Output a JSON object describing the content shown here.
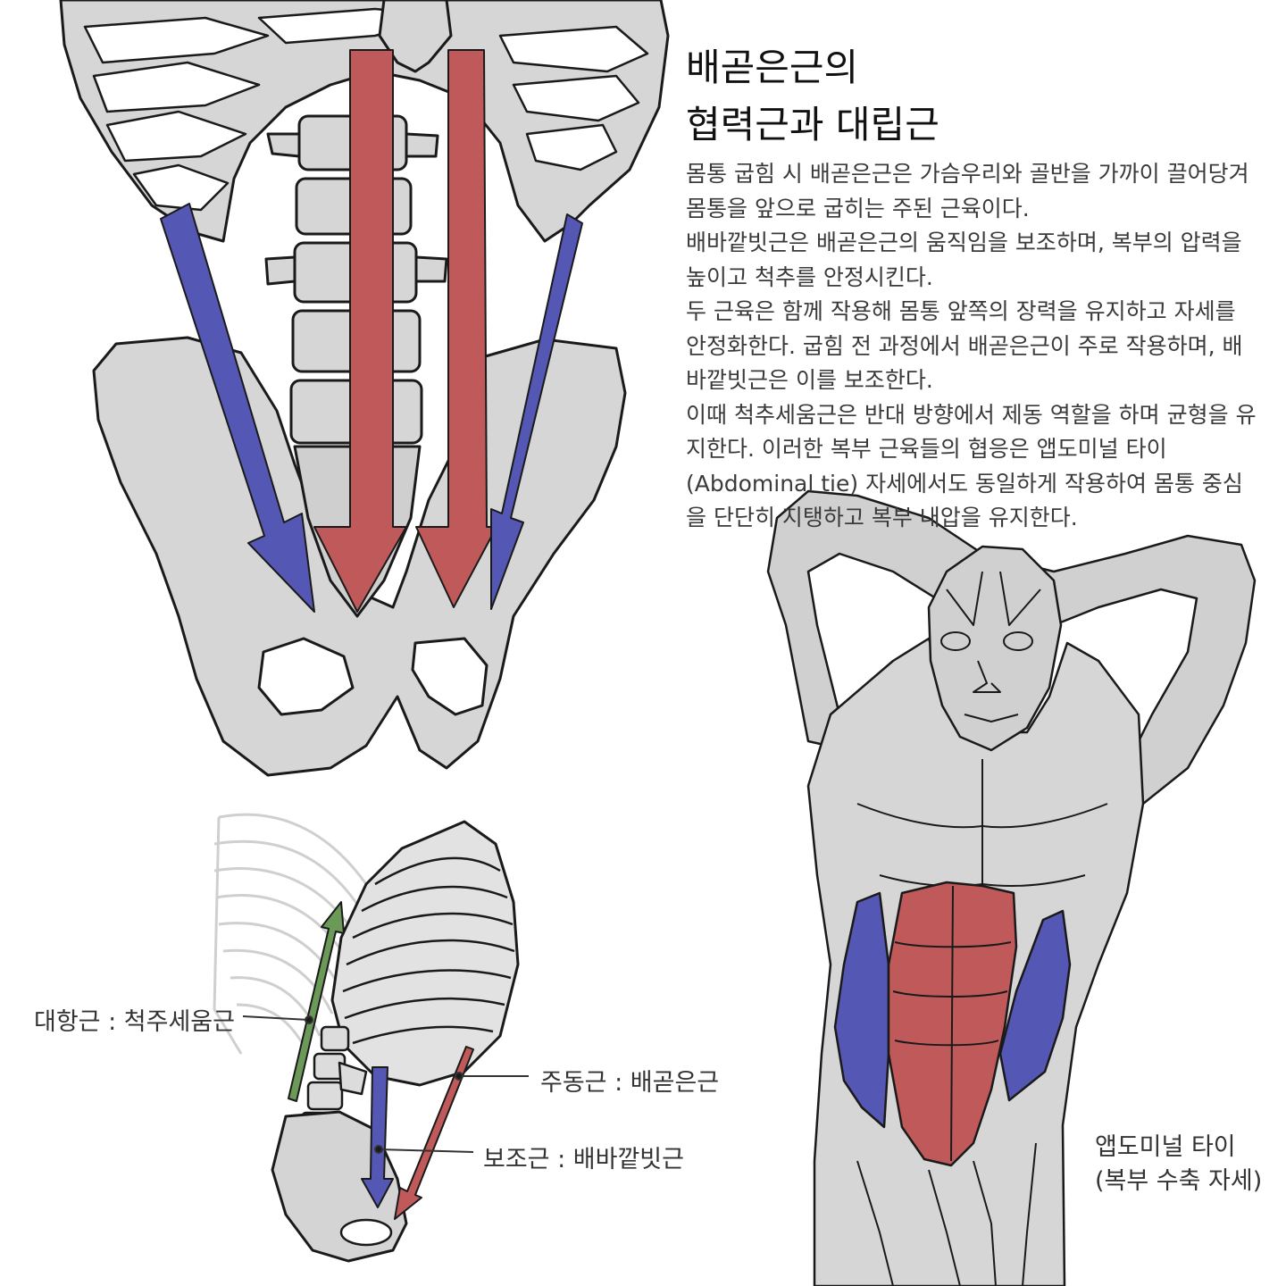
{
  "title": {
    "line1": "배곧은근의",
    "line2": "협력근과 대립근"
  },
  "body": {
    "p1": "몸통 굽힘 시 배곧은근은 가슴우리와 골반을 가까이 끌어당겨 몸통을 앞으로 굽히는 주된 근육이다.",
    "p2": "배바깥빗근은 배곧은근의 움직임을 보조하며, 복부의 압력을 높이고 척추를 안정시킨다.",
    "p3": "두 근육은 함께 작용해 몸통 앞쪽의 장력을 유지하고 자세를 안정화한다. 굽힘 전 과정에서 배곧은근이 주로 작용하며, 배바깥빗근은 이를 보조한다.",
    "p4": "이때 척추세움근은 반대 방향에서 제동 역할을 하며 균형을 유지한다. 이러한 복부 근육들의 협응은 앱도미널 타이(Abdominal tie) 자세에서도 동일하게 작용하여 몸통 중심을 단단히 지탱하고 복부 내압을 유지한다."
  },
  "labels": {
    "antagonist": "대항근 : 척주세움근",
    "agonist": "주동근 : 배곧은근",
    "synergist": "보조근 : 배바깥빗근"
  },
  "caption": {
    "line1": "앱도미널 타이",
    "line2": "(복부 수축 자세)"
  },
  "colors": {
    "agonist_red": "#c05a5a",
    "synergist_blue": "#5557b5",
    "antagonist_green": "#6b9a58",
    "bone_gray": "#d4d4d4",
    "outline": "#1a1a1a"
  },
  "icons": {
    "front_skeleton": "torso-skeleton-front-illustration",
    "side_skeleton": "torso-skeleton-side-illustration",
    "figure": "muscle-figure-abdominal-tie-illustration"
  }
}
